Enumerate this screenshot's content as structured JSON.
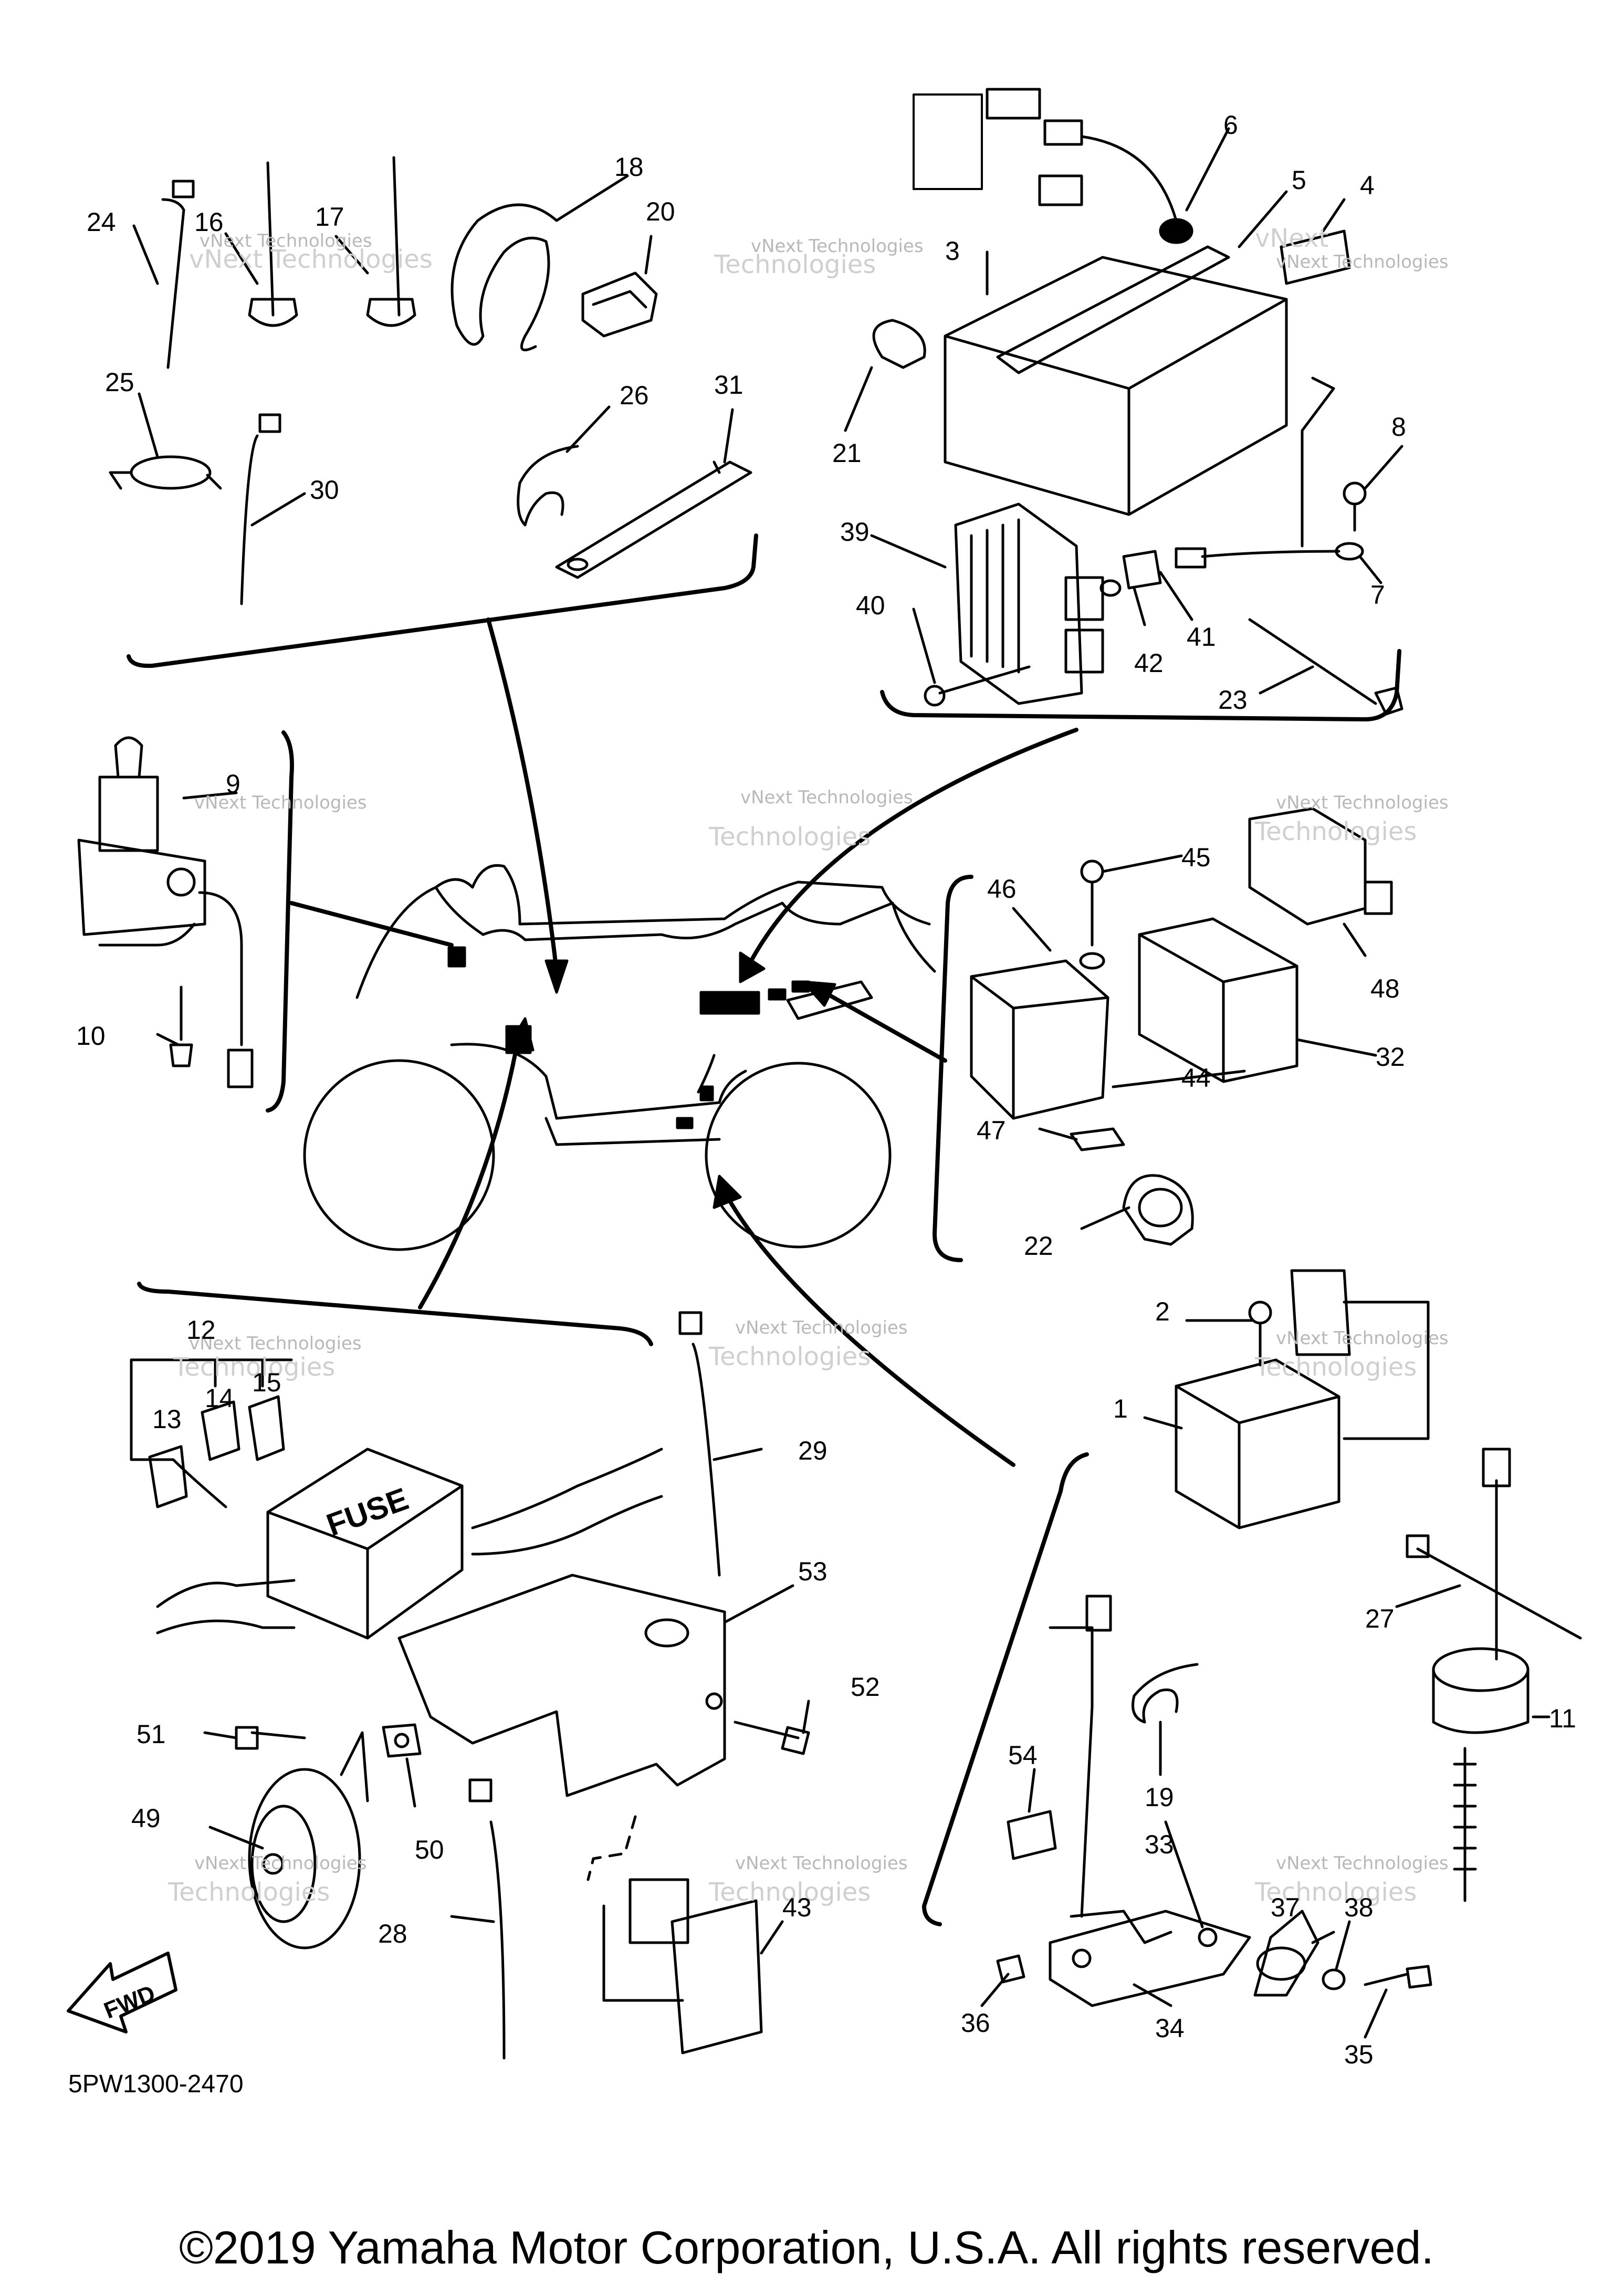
{
  "diagram": {
    "callouts": [
      {
        "id": "c1",
        "text": "1"
      },
      {
        "id": "c2",
        "text": "2"
      },
      {
        "id": "c3",
        "text": "3"
      },
      {
        "id": "c4",
        "text": "4"
      },
      {
        "id": "c5",
        "text": "5"
      },
      {
        "id": "c6",
        "text": "6"
      },
      {
        "id": "c7",
        "text": "7"
      },
      {
        "id": "c8",
        "text": "8"
      },
      {
        "id": "c9",
        "text": "9"
      },
      {
        "id": "c10",
        "text": "10"
      },
      {
        "id": "c11",
        "text": "11"
      },
      {
        "id": "c12",
        "text": "12"
      },
      {
        "id": "c13",
        "text": "13"
      },
      {
        "id": "c14",
        "text": "14"
      },
      {
        "id": "c15",
        "text": "15"
      },
      {
        "id": "c16",
        "text": "16"
      },
      {
        "id": "c17",
        "text": "17"
      },
      {
        "id": "c18",
        "text": "18"
      },
      {
        "id": "c19",
        "text": "19"
      },
      {
        "id": "c20",
        "text": "20"
      },
      {
        "id": "c21",
        "text": "21"
      },
      {
        "id": "c22",
        "text": "22"
      },
      {
        "id": "c23",
        "text": "23"
      },
      {
        "id": "c24",
        "text": "24"
      },
      {
        "id": "c25",
        "text": "25"
      },
      {
        "id": "c26",
        "text": "26"
      },
      {
        "id": "c27",
        "text": "27"
      },
      {
        "id": "c28",
        "text": "28"
      },
      {
        "id": "c29",
        "text": "29"
      },
      {
        "id": "c30",
        "text": "30"
      },
      {
        "id": "c31",
        "text": "31"
      },
      {
        "id": "c32",
        "text": "32"
      },
      {
        "id": "c33",
        "text": "33"
      },
      {
        "id": "c34",
        "text": "34"
      },
      {
        "id": "c35",
        "text": "35"
      },
      {
        "id": "c36",
        "text": "36"
      },
      {
        "id": "c37",
        "text": "37"
      },
      {
        "id": "c38",
        "text": "38"
      },
      {
        "id": "c39",
        "text": "39"
      },
      {
        "id": "c40",
        "text": "40"
      },
      {
        "id": "c41",
        "text": "41"
      },
      {
        "id": "c42",
        "text": "42"
      },
      {
        "id": "c43",
        "text": "43"
      },
      {
        "id": "c44",
        "text": "44"
      },
      {
        "id": "c45",
        "text": "45"
      },
      {
        "id": "c46",
        "text": "46"
      },
      {
        "id": "c47",
        "text": "47"
      },
      {
        "id": "c48",
        "text": "48"
      },
      {
        "id": "c49",
        "text": "49"
      },
      {
        "id": "c50",
        "text": "50"
      },
      {
        "id": "c51",
        "text": "51"
      },
      {
        "id": "c52",
        "text": "52"
      },
      {
        "id": "c53",
        "text": "53"
      },
      {
        "id": "c54",
        "text": "54"
      }
    ],
    "fuse_box_label": "FUSE",
    "fwd_label": "FWD",
    "diagram_code": "5PW1300-2470",
    "watermark_line1": "vNext Technologies",
    "watermark_line2": "Technologies",
    "watermark_line3": "vNext"
  },
  "footer": {
    "copyright": "©2019 Yamaha Motor Corporation, U.S.A. All rights reserved."
  },
  "colors": {
    "line": "#000000",
    "background": "#ffffff",
    "watermark": "#b8b8b8"
  }
}
